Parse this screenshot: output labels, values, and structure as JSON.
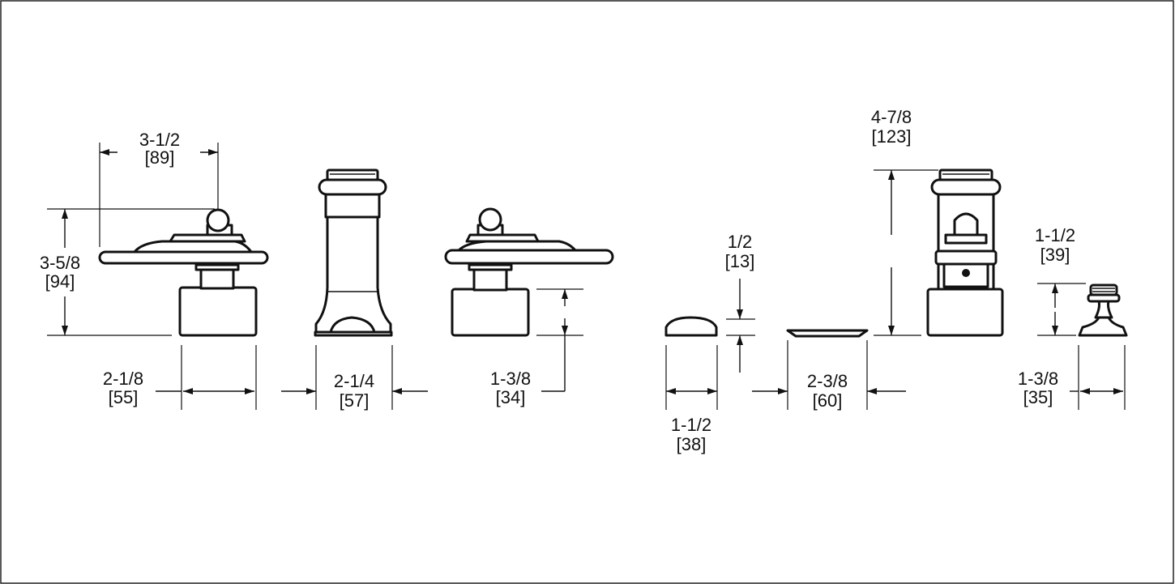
{
  "drawing": {
    "spout_side": {
      "width": {
        "imperial": "3-1/2",
        "metric": "[89]"
      },
      "height": {
        "imperial": "3-5/8",
        "metric": "[94]"
      },
      "base_width": {
        "imperial": "2-1/8",
        "metric": "[55]"
      }
    },
    "spout_front": {
      "width": {
        "imperial": "2-1/4",
        "metric": "[57]"
      }
    },
    "spout_rear": {
      "base_height": {
        "imperial": "1-3/8",
        "metric": "[34]"
      }
    },
    "escutcheon": {
      "height": {
        "imperial": "1/2",
        "metric": "[13]"
      },
      "width": {
        "imperial": "1-1/2",
        "metric": "[38]"
      }
    },
    "plate": {
      "width": {
        "imperial": "2-3/8",
        "metric": "[60]"
      }
    },
    "valve": {
      "height": {
        "imperial": "4-7/8",
        "metric": "[123]"
      }
    },
    "handle": {
      "height": {
        "imperial": "1-1/2",
        "metric": "[39]"
      },
      "width": {
        "imperial": "1-3/8",
        "metric": "[35]"
      }
    }
  }
}
